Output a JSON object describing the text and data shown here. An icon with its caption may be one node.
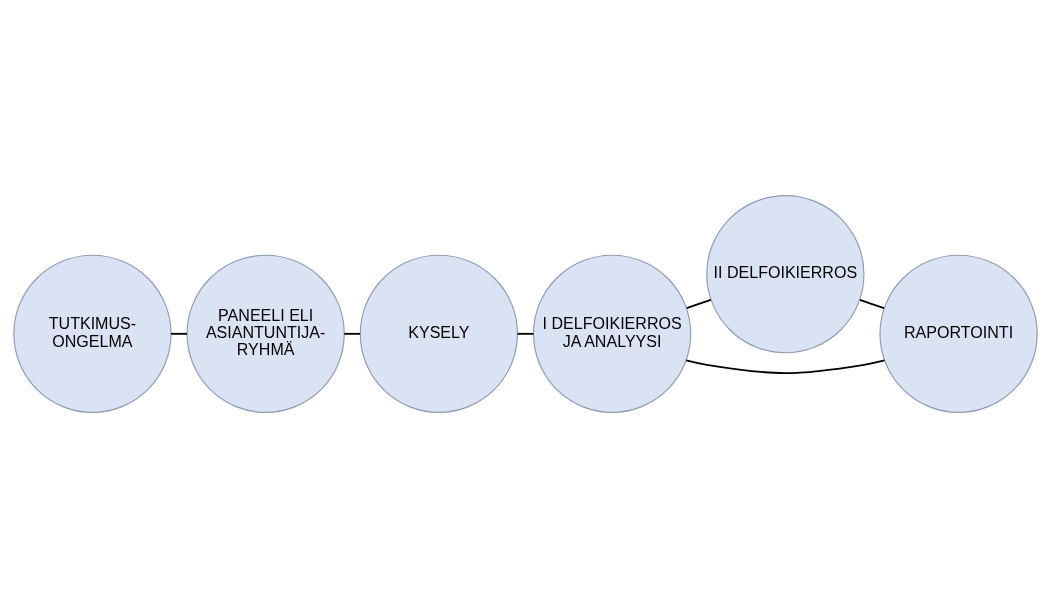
{
  "diagram": {
    "nodes": [
      {
        "text": [
          "TUTKIMUS- ONGELMA"
        ]
      },
      {
        "text": [
          "PANEELI ELI ASIANTUNTIJA- RYHMÄ"
        ]
      },
      {
        "text": [
          "KYSELY"
        ]
      },
      {
        "text": [
          "I DELFOIKIERROS JA ANALYYSI"
        ]
      },
      {
        "text": [
          "II DELFOIKIERROS"
        ]
      },
      {
        "text": [
          "RAPORTOINTI"
        ]
      }
    ],
    "edges": [
      {
        "from": 0,
        "to": 1,
        "arrow": "none"
      },
      {
        "from": 1,
        "to": 2,
        "arrow": "none"
      },
      {
        "from": 2,
        "to": 3,
        "arrow": "none"
      },
      {
        "from": 3,
        "to": 4,
        "arrow": "none"
      },
      {
        "from": 3,
        "to": 5,
        "arrow": "none"
      },
      {
        "from": 4,
        "to": 5,
        "arrow": "none"
      }
    ]
  }
}
